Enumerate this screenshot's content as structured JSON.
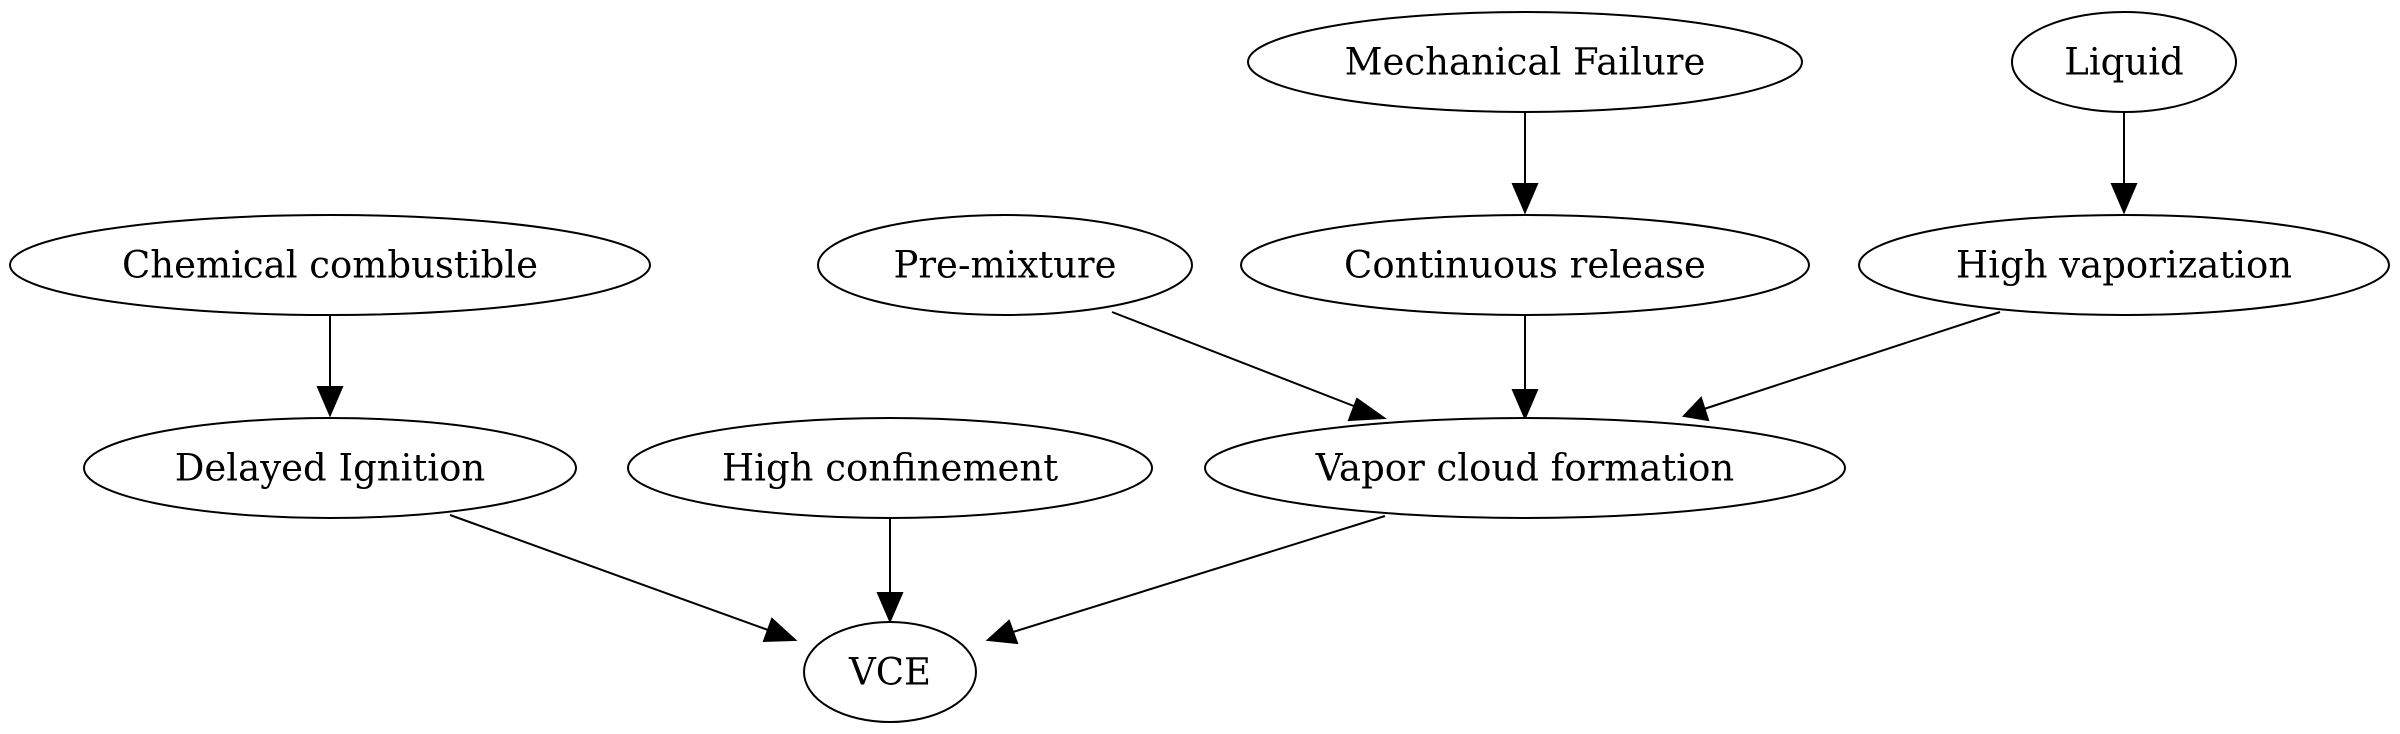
{
  "nodes": {
    "mechanical_failure": "Mechanical Failure",
    "liquid": "Liquid",
    "chemical_combustible": "Chemical combustible",
    "pre_mixture": "Pre-mixture",
    "continuous_release": "Continuous release",
    "high_vaporization": "High vaporization",
    "delayed_ignition": "Delayed Ignition",
    "high_confinement": "High confinement",
    "vapor_cloud_formation": "Vapor cloud formation",
    "vce": "VCE"
  }
}
